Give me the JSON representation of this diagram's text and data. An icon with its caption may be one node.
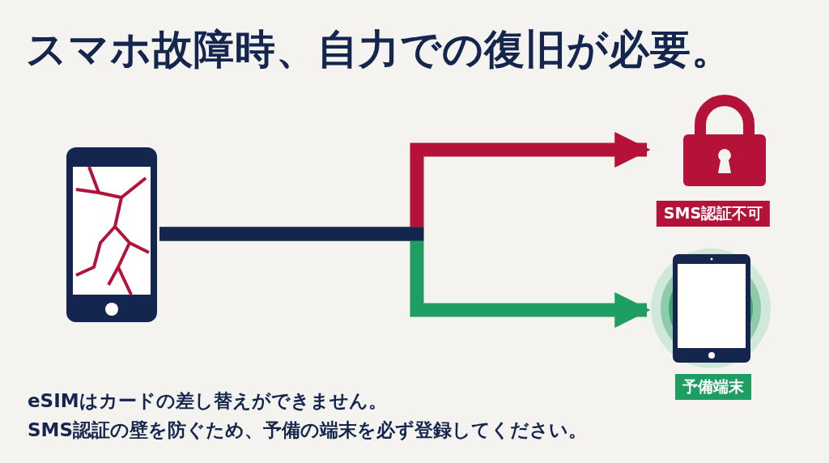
{
  "diagram": {
    "title": "スマホ故障時、自力での復旧が必要。",
    "nodes": [
      {
        "text": [],
        "shape": "phone"
      },
      {
        "text": [
          "SMS認証不可"
        ]
      },
      {
        "text": [
          "予備端末"
        ]
      }
    ],
    "edges": [
      {
        "from": 0,
        "to": 1,
        "arrow": "to",
        "color": "#b5123a"
      },
      {
        "from": 0,
        "to": 2,
        "arrow": "to",
        "color": "#1f9e63"
      }
    ],
    "labels": [
      "eSIMはカードの差し替えができません。",
      "SMS認証の壁を防ぐため、予備の端末を必ず登録してください。"
    ]
  }
}
